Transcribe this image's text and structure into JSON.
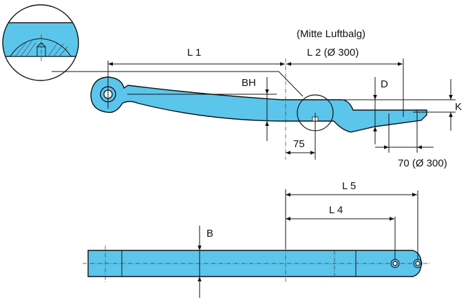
{
  "colors": {
    "part": "#5bc5ec",
    "line": "#111111"
  },
  "side_view": {
    "note": "(Mitte Luftbalg)",
    "labels": {
      "l1": "L 1",
      "l2": "L 2 (Ø 300)",
      "bh": "BH",
      "d": "D",
      "k": "K",
      "dim75": "75",
      "dim70": "70 (Ø 300)"
    }
  },
  "top_view": {
    "labels": {
      "l5": "L 5",
      "l4": "L 4",
      "b": "B"
    }
  }
}
